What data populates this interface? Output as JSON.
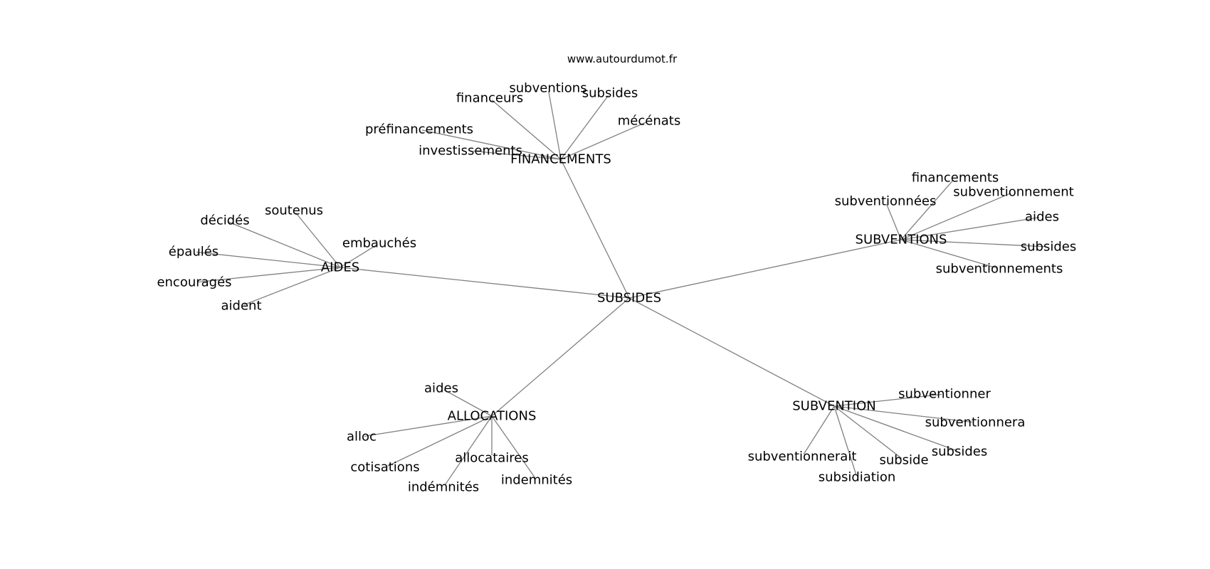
{
  "credit": "www.autourdumot.fr",
  "center": "SUBSIDES",
  "hubs": [
    {
      "key": "financements",
      "label": "FINANCEMENTS",
      "leaves": [
        "subventions",
        "subsides",
        "financeurs",
        "mécénats",
        "préfinancements",
        "investissements"
      ]
    },
    {
      "key": "aides",
      "label": "AIDES",
      "leaves": [
        "soutenus",
        "décidés",
        "embauchés",
        "épaulés",
        "encouragés",
        "aident"
      ]
    },
    {
      "key": "subventions",
      "label": "SUBVENTIONS",
      "leaves": [
        "financements",
        "subventionnement",
        "subventionnées",
        "aides",
        "subsides",
        "subventionnements"
      ]
    },
    {
      "key": "allocations",
      "label": "ALLOCATIONS",
      "leaves": [
        "aides",
        "alloc",
        "allocataires",
        "cotisations",
        "indemnités",
        "indémnités"
      ]
    },
    {
      "key": "subvention",
      "label": "SUBVENTION",
      "leaves": [
        "subventionner",
        "subventionnera",
        "subsides",
        "subventionnerait",
        "subside",
        "subsidiation"
      ]
    }
  ]
}
